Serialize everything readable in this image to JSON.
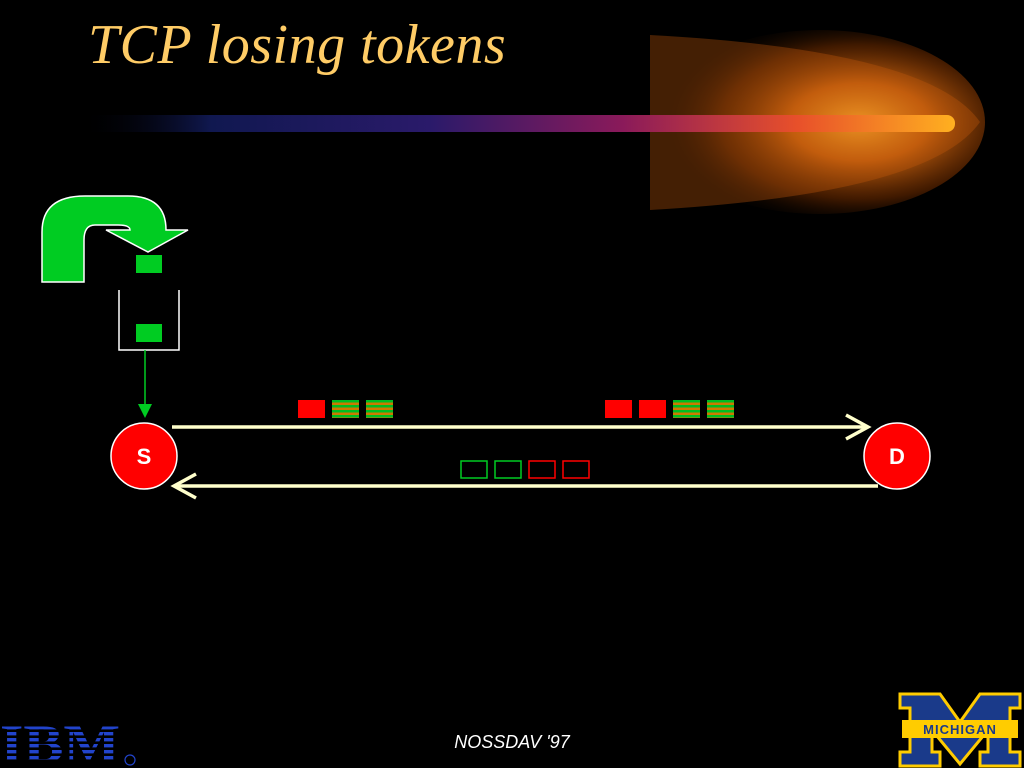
{
  "slide": {
    "title": "TCP losing tokens",
    "footer": "NOSSDAV '97"
  },
  "nodes": {
    "source": "S",
    "destination": "D"
  },
  "logos": {
    "left": "IBM",
    "right": "MICHIGAN"
  },
  "colors": {
    "title": "#ffcc66",
    "background": "#000000",
    "token_green": "#00cc22",
    "packet_red": "#ff0000",
    "link_line": "#ffffcc",
    "node_fill": "#ff0000"
  }
}
